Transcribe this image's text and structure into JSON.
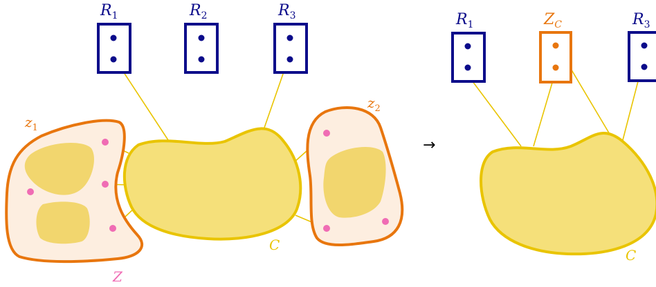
{
  "colors": {
    "navy": "#0b0b8a",
    "orange": "#e8760e",
    "yellow": "#f0d46e",
    "yellow_stroke": "#e9c400",
    "pale": "#fdeee0",
    "pink": "#f06cb4",
    "line": "#e9c400"
  },
  "left": {
    "r1": {
      "main": "R",
      "sub": "1"
    },
    "r2": {
      "main": "R",
      "sub": "2"
    },
    "r3": {
      "main": "R",
      "sub": "3"
    },
    "z1": {
      "main": "z",
      "sub": "1"
    },
    "z2": {
      "main": "z",
      "sub": "2"
    },
    "C": "C",
    "Z": "Z"
  },
  "arrow": "→",
  "right": {
    "r1": {
      "main": "R",
      "sub": "1"
    },
    "zc": {
      "main": "Z",
      "sub": "C"
    },
    "r3": {
      "main": "R",
      "sub": "3"
    },
    "C": "C"
  }
}
